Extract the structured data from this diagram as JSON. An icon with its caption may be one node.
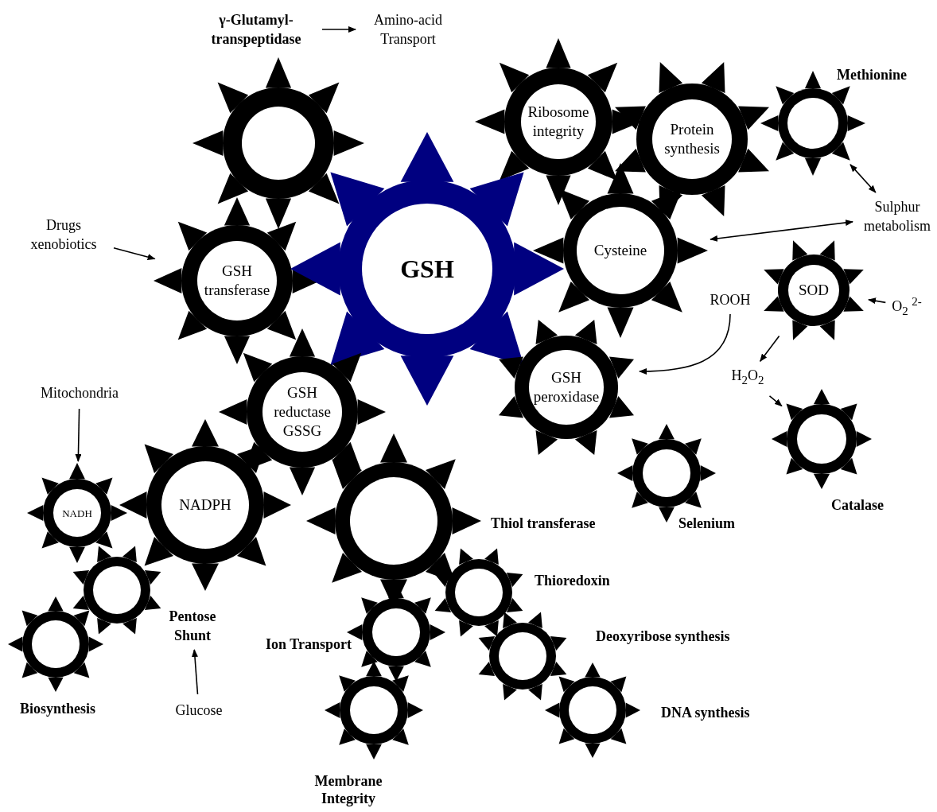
{
  "diagram": {
    "nodes": [
      {
        "text": [
          "γ-Glutamyl-transpeptidase"
        ]
      },
      {
        "text": [
          "Amino-acid Transport"
        ]
      },
      {
        "text": [],
        "shape": "gear"
      },
      {
        "text": [
          "Ribosome integrity"
        ]
      },
      {
        "text": [
          "Protein synthesis"
        ]
      },
      {
        "text": [],
        "shape": "gear",
        "beside": [
          "Methionine"
        ]
      },
      {
        "text": [
          "Sulphur metabolism"
        ]
      },
      {
        "text": [
          "Drugs xenobiotics"
        ]
      },
      {
        "text": [
          "GSH transferase"
        ]
      },
      {
        "text": [
          "GSH"
        ]
      },
      {
        "text": [
          "Cysteine"
        ]
      },
      {
        "text": [
          "ROOH"
        ]
      },
      {
        "text": [
          "SOD"
        ]
      },
      {
        "text": [
          "O$_{2}$ $^{2-}$"
        ]
      },
      {
        "text": [
          "H$_{2}$O$_{2}$"
        ]
      },
      {
        "text": [
          "GSH peroxidase"
        ]
      },
      {
        "text": [
          "GSH reductase GSSG"
        ]
      },
      {
        "text": [
          "Mitochondria"
        ]
      },
      {
        "text": [
          "NADH"
        ]
      },
      {
        "text": [
          "NADPH"
        ]
      },
      {
        "text": [],
        "shape": "gear",
        "beside": [
          "Catalase"
        ]
      },
      {
        "text": [],
        "shape": "gear",
        "beside": [
          "Selenium"
        ]
      },
      {
        "text": [],
        "shape": "gear",
        "beside": [
          "Thiol transferase"
        ]
      },
      {
        "text": [],
        "shape": "gear"
      },
      {
        "text": [],
        "shape": "gear",
        "beside": [
          "Biosynthesis"
        ]
      },
      {
        "text": [],
        "shape": "gear",
        "beside": [
          "Thioredoxin"
        ]
      },
      {
        "text": [],
        "shape": "gear",
        "beside": [
          "Ion Transport"
        ]
      },
      {
        "text": [],
        "shape": "gear",
        "beside": [
          "Deoxyribose synthesis"
        ]
      },
      {
        "text": [
          "Glucose"
        ]
      },
      {
        "text": [],
        "shape": "gear",
        "beside": [
          "DNA synthesis"
        ]
      },
      {
        "text": [],
        "shape": "gear",
        "beside": [
          "Membrane Integrity"
        ]
      },
      {
        "text": [
          "Pentose Shunt"
        ]
      }
    ],
    "edges": [
      {
        "from": 0,
        "to": 1,
        "arrow": "to"
      },
      {
        "from": 7,
        "to": 8,
        "arrow": "to"
      },
      {
        "from": 5,
        "to": 6,
        "arrow": "both"
      },
      {
        "from": 10,
        "to": 6,
        "arrow": "both"
      },
      {
        "from": 11,
        "to": 15,
        "arrow": "to"
      },
      {
        "from": 12,
        "to": 14,
        "arrow": "to"
      },
      {
        "from": 13,
        "to": 12,
        "arrow": "to"
      },
      {
        "from": 14,
        "to": 20,
        "arrow": "to"
      },
      {
        "from": 17,
        "to": 18,
        "arrow": "to"
      },
      {
        "from": 28,
        "to": 31,
        "arrow": "to"
      }
    ]
  }
}
